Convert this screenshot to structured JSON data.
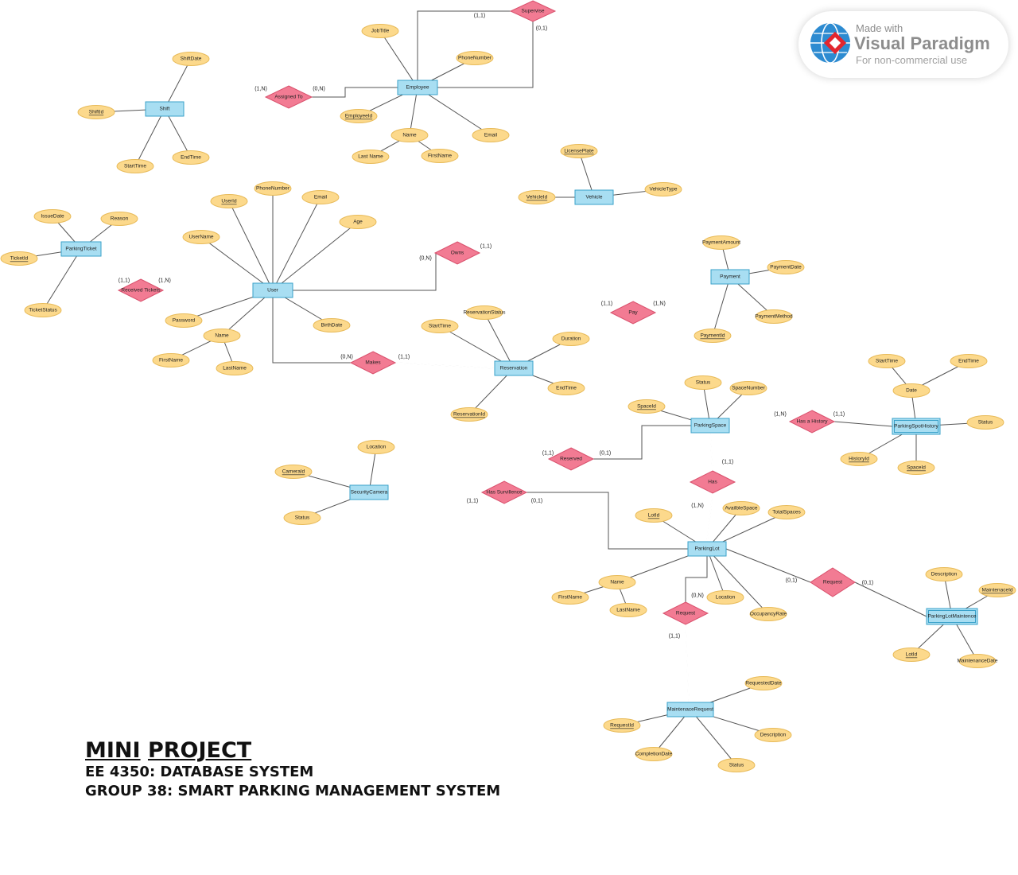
{
  "footer": {
    "title_word1": "MINI",
    "title_word2": "PROJECT",
    "course": "EE 4350: DATABASE SYSTEM",
    "group": "GROUP 38: SMART PARKING MANAGEMENT SYSTEM"
  },
  "watermark": {
    "made_with": "Made with",
    "brand": "Visual Paradigm",
    "note": "For non-commercial use",
    "logo_icon": "visual-paradigm-logo-icon"
  },
  "colors": {
    "entity": "#a8def2",
    "attribute": "#fcd98c",
    "relationship": "#f27b93"
  },
  "entities": [
    {
      "id": "shift",
      "label": "Shift"
    },
    {
      "id": "employee",
      "label": "Employee"
    },
    {
      "id": "vehicle",
      "label": "Vehicle"
    },
    {
      "id": "parkingticket",
      "label": "ParkingTicket"
    },
    {
      "id": "user",
      "label": "User"
    },
    {
      "id": "payment",
      "label": "Payment"
    },
    {
      "id": "reservation",
      "label": "Reservation"
    },
    {
      "id": "parkingspace",
      "label": "ParkingSpace"
    },
    {
      "id": "parkingspothistory",
      "label": "ParkingSpotHistory",
      "weak": true
    },
    {
      "id": "securitycamera",
      "label": "SecurityCamera"
    },
    {
      "id": "parkinglot",
      "label": "ParkingLot"
    },
    {
      "id": "parkinglotmaintence",
      "label": "ParkingLotMaintence",
      "weak": true
    },
    {
      "id": "maintenacerequest",
      "label": "MaintenaceRequest"
    }
  ],
  "relationships": [
    {
      "id": "supervise",
      "label": "Supervise"
    },
    {
      "id": "assignedto",
      "label": "Assigned To"
    },
    {
      "id": "owns",
      "label": "Owns"
    },
    {
      "id": "receivedtickets",
      "label": "Received Tickets"
    },
    {
      "id": "pay",
      "label": "Pay"
    },
    {
      "id": "makes",
      "label": "Makes"
    },
    {
      "id": "hasahistory",
      "label": "Has a History"
    },
    {
      "id": "reserved",
      "label": "Reserved"
    },
    {
      "id": "has",
      "label": "Has"
    },
    {
      "id": "hassurvillence",
      "label": "Has Survillence"
    },
    {
      "id": "request_maint",
      "label": "Request"
    },
    {
      "id": "request_req",
      "label": "Request"
    }
  ],
  "attributes": [
    {
      "id": "a_shiftdate",
      "label": "ShiftDate"
    },
    {
      "id": "a_shiftid",
      "label": "ShiftId",
      "key": true
    },
    {
      "id": "a_shift_starttime",
      "label": "StartTime"
    },
    {
      "id": "a_shift_endtime",
      "label": "EndTime"
    },
    {
      "id": "a_jobtitle",
      "label": "JobTitle"
    },
    {
      "id": "a_emp_phone",
      "label": "PhoneNumber"
    },
    {
      "id": "a_employeeid",
      "label": "EmployeeId",
      "key": true
    },
    {
      "id": "a_emp_name",
      "label": "Name"
    },
    {
      "id": "a_emp_lastname",
      "label": "Last Name"
    },
    {
      "id": "a_emp_firstname",
      "label": "FirstName"
    },
    {
      "id": "a_emp_email",
      "label": "Email"
    },
    {
      "id": "a_licenseplate",
      "label": "LicensePlate",
      "key": true
    },
    {
      "id": "a_vehicleid",
      "label": "VehicleId",
      "key": true
    },
    {
      "id": "a_vehicletype",
      "label": "VehicleType"
    },
    {
      "id": "a_issuedate",
      "label": "IssueDate"
    },
    {
      "id": "a_reason",
      "label": "Reason"
    },
    {
      "id": "a_ticketid",
      "label": "TicketId",
      "key": true
    },
    {
      "id": "a_ticketstatus",
      "label": "TicketStatus"
    },
    {
      "id": "a_userid",
      "label": "UserId",
      "key": true
    },
    {
      "id": "a_user_phone",
      "label": "PhoneNumber"
    },
    {
      "id": "a_user_email",
      "label": "Email"
    },
    {
      "id": "a_username",
      "label": "UserName"
    },
    {
      "id": "a_age",
      "label": "Age"
    },
    {
      "id": "a_password",
      "label": "Password"
    },
    {
      "id": "a_user_name",
      "label": "Name"
    },
    {
      "id": "a_user_firstname",
      "label": "FirstName"
    },
    {
      "id": "a_user_lastname",
      "label": "LastName"
    },
    {
      "id": "a_birthdate",
      "label": "BirthDate"
    },
    {
      "id": "a_paymentamount",
      "label": "PaymentAmount"
    },
    {
      "id": "a_paymentdate",
      "label": "PaymentDate"
    },
    {
      "id": "a_paymentmethod",
      "label": "PaymentMethod"
    },
    {
      "id": "a_paymentid",
      "label": "PaymentId",
      "key": true
    },
    {
      "id": "a_res_starttime",
      "label": "StartTime"
    },
    {
      "id": "a_resstatus",
      "label": "ReservationStatus"
    },
    {
      "id": "a_duration",
      "label": "Duration"
    },
    {
      "id": "a_res_endtime",
      "label": "EndTime"
    },
    {
      "id": "a_reservationid",
      "label": "ReservationId",
      "key": true
    },
    {
      "id": "a_space_status",
      "label": "Status"
    },
    {
      "id": "a_spacenumber",
      "label": "SpaceNumber"
    },
    {
      "id": "a_spaceid",
      "label": "SpaceId",
      "key": true
    },
    {
      "id": "a_hist_starttime",
      "label": "StartTime"
    },
    {
      "id": "a_hist_endtime",
      "label": "EndTime"
    },
    {
      "id": "a_hist_date",
      "label": "Date"
    },
    {
      "id": "a_hist_status",
      "label": "Status"
    },
    {
      "id": "a_historyid",
      "label": "HistoryId",
      "key": true
    },
    {
      "id": "a_hist_spaceid",
      "label": "SpaceId",
      "key": true
    },
    {
      "id": "a_cam_location",
      "label": "Location"
    },
    {
      "id": "a_cameraid",
      "label": "CameraId",
      "key": true
    },
    {
      "id": "a_cam_status",
      "label": "Status"
    },
    {
      "id": "a_lotid",
      "label": "LotId",
      "key": true
    },
    {
      "id": "a_availspace",
      "label": "AvailbleSpace"
    },
    {
      "id": "a_totalspaces",
      "label": "TotalSpaces"
    },
    {
      "id": "a_lot_name",
      "label": "Name"
    },
    {
      "id": "a_lot_firstname",
      "label": "FirstName"
    },
    {
      "id": "a_lot_lastname",
      "label": "LastName"
    },
    {
      "id": "a_lot_location",
      "label": "Location"
    },
    {
      "id": "a_occupancy",
      "label": "OccupancyRate"
    },
    {
      "id": "a_maint_desc",
      "label": "Description"
    },
    {
      "id": "a_maintenanceid",
      "label": "MaintenaceId",
      "key": true
    },
    {
      "id": "a_maint_lotid",
      "label": "LotId",
      "key": true
    },
    {
      "id": "a_maintdate",
      "label": "MaintenanceDate"
    },
    {
      "id": "a_reqdate",
      "label": "RequestedDate"
    },
    {
      "id": "a_requestid",
      "label": "RequestId",
      "key": true
    },
    {
      "id": "a_req_desc",
      "label": "Description"
    },
    {
      "id": "a_completiondate",
      "label": "CompletionDate"
    },
    {
      "id": "a_req_status",
      "label": "Status"
    }
  ],
  "cardinalities": [
    {
      "id": "c1",
      "label": "(1,1)"
    },
    {
      "id": "c2",
      "label": "(0,1)"
    },
    {
      "id": "c3",
      "label": "(1,N)"
    },
    {
      "id": "c4",
      "label": "(0,N)"
    },
    {
      "id": "c5",
      "label": "(1,1)"
    },
    {
      "id": "c6",
      "label": "(0,N)"
    },
    {
      "id": "c7",
      "label": "(1,1)"
    },
    {
      "id": "c8",
      "label": "(1,N)"
    },
    {
      "id": "c9",
      "label": "(1,1)"
    },
    {
      "id": "c10",
      "label": "(1,N)"
    },
    {
      "id": "c11",
      "label": "(0,N)"
    },
    {
      "id": "c12",
      "label": "(1,1)"
    },
    {
      "id": "c13",
      "label": "(1,N)"
    },
    {
      "id": "c14",
      "label": "(1,1)"
    },
    {
      "id": "c15",
      "label": "(1,1)"
    },
    {
      "id": "c16",
      "label": "(0,1)"
    },
    {
      "id": "c17",
      "label": "(1,1)"
    },
    {
      "id": "c18",
      "label": "(1,N)"
    },
    {
      "id": "c19",
      "label": "(1,1)"
    },
    {
      "id": "c20",
      "label": "(0,1)"
    },
    {
      "id": "c21",
      "label": "(0,1)"
    },
    {
      "id": "c22",
      "label": "(0,1)"
    },
    {
      "id": "c23",
      "label": "(0,N)"
    },
    {
      "id": "c24",
      "label": "(1,1)"
    }
  ]
}
